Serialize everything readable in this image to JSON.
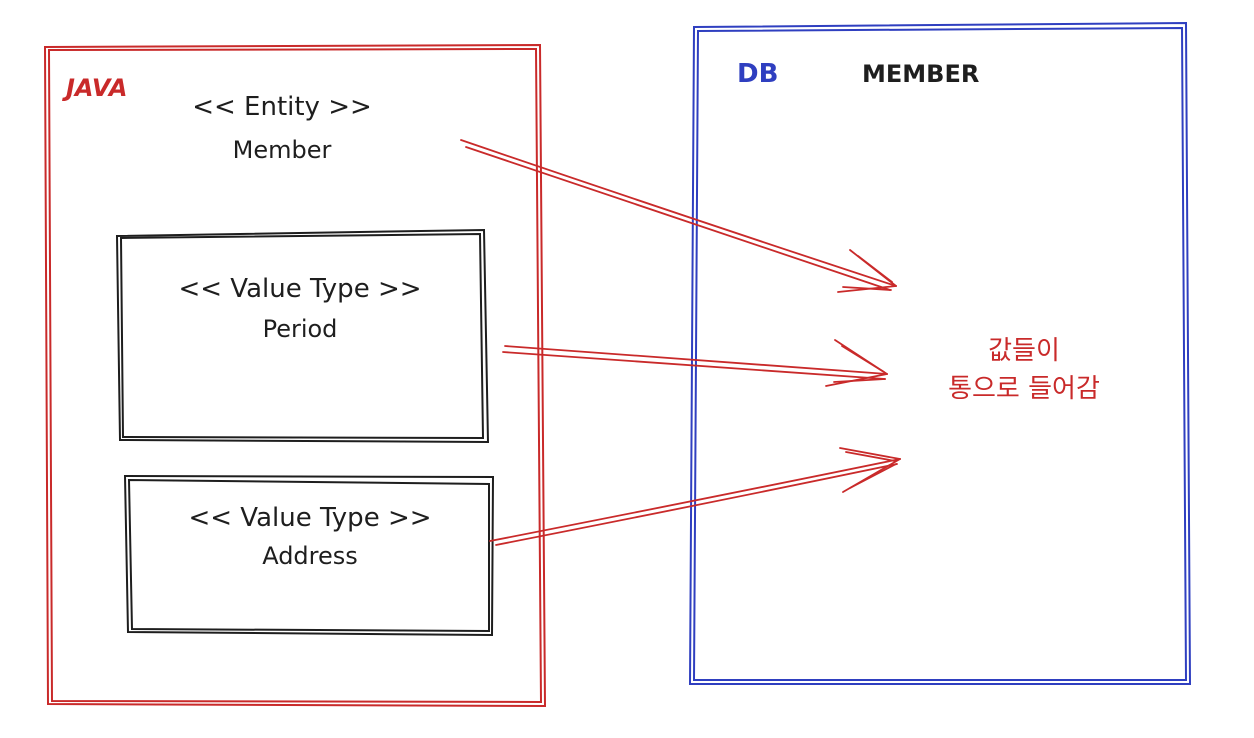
{
  "java_box": {
    "label": "JAVA",
    "entity": {
      "stereotype": "<< Entity >>",
      "name": "Member"
    },
    "value_types": [
      {
        "stereotype": "<< Value Type >>",
        "name": "Period"
      },
      {
        "stereotype": "<< Value Type >>",
        "name": "Address"
      }
    ]
  },
  "db_box": {
    "label": "DB",
    "table_name": "MEMBER",
    "note_line1": "값들이",
    "note_line2": "통으로 들어감"
  },
  "colors": {
    "java": "#c92a2a",
    "db": "#2f3fc0",
    "ink": "#1e1e1e",
    "arrow": "#c92a2a"
  }
}
